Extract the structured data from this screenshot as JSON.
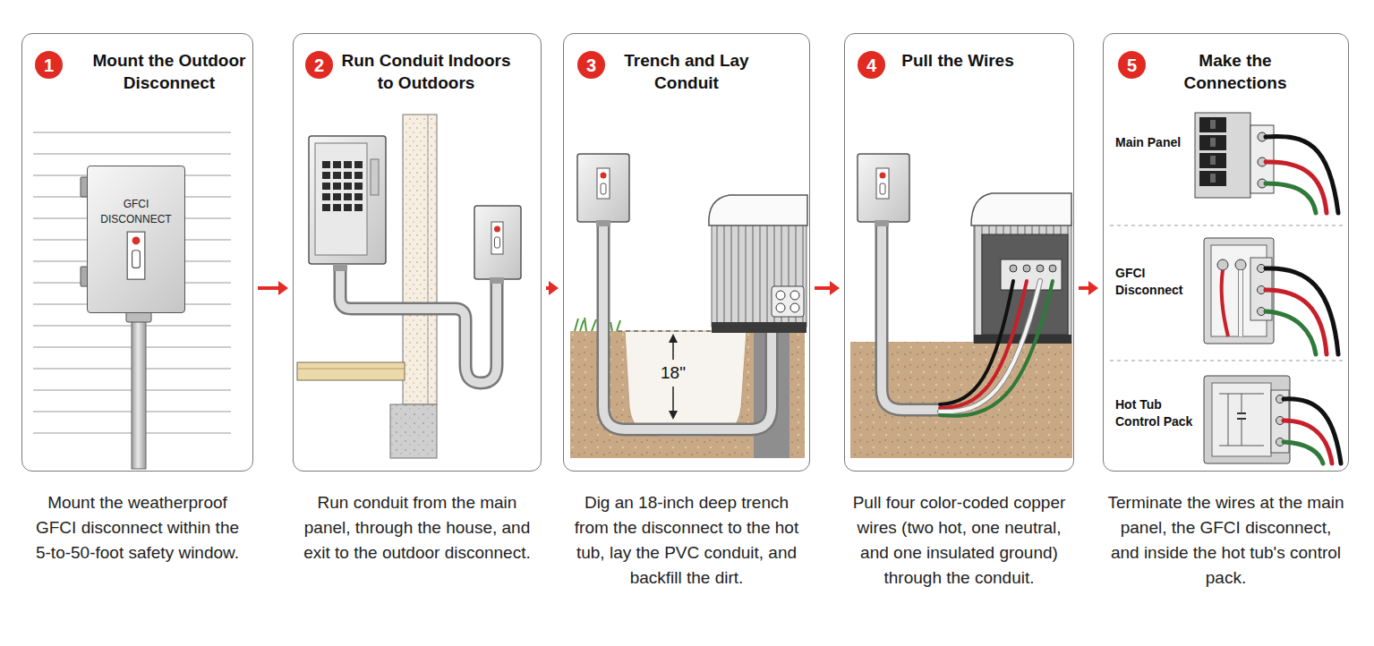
{
  "diagram": {
    "nodes": [
      {
        "text": [
          "Mount the Outdoor Disconnect",
          "Mount the weatherproof GFCI disconnect within the 5-to-50-foot safety window."
        ]
      },
      {
        "text": [
          "1"
        ],
        "in": 0
      },
      {
        "text": [
          "GFCI DISCONNECT"
        ],
        "in": 0
      },
      {
        "text": [
          "Run Conduit Indoors to Outdoors",
          "Run conduit from the main panel, through the house, and exit to the outdoor disconnect."
        ]
      },
      {
        "text": [
          "2"
        ],
        "in": 3
      },
      {
        "text": [
          "Trench and Lay Conduit",
          "Dig an 18-inch deep trench from the disconnect to the hot tub, lay the PVC conduit, and backfill the dirt."
        ]
      },
      {
        "text": [
          "3"
        ],
        "in": 5
      },
      {
        "text": [
          "Pull the Wires",
          "Pull four color-coded copper wires (two hot, one neutral, and one insulated ground) through the conduit."
        ]
      },
      {
        "text": [
          "4"
        ],
        "in": 7
      },
      {
        "text": [
          "Make the Connections",
          "Terminate the wires at the main panel, the GFCI disconnect, and inside the hot tub's control pack."
        ]
      },
      {
        "text": [
          "5"
        ],
        "in": 9
      }
    ],
    "edges": [
      {
        "from": 0,
        "to": 3,
        "arrow": "to"
      },
      {
        "from": 3,
        "to": 5,
        "arrow": "to"
      },
      {
        "from": 5,
        "to": 7,
        "arrow": "to"
      },
      {
        "from": 7,
        "to": 9,
        "arrow": "to"
      }
    ],
    "labels": [
      "18\"",
      "Main Panel",
      "GFCI Disconnect",
      "Hot Tub Control Pack"
    ]
  }
}
